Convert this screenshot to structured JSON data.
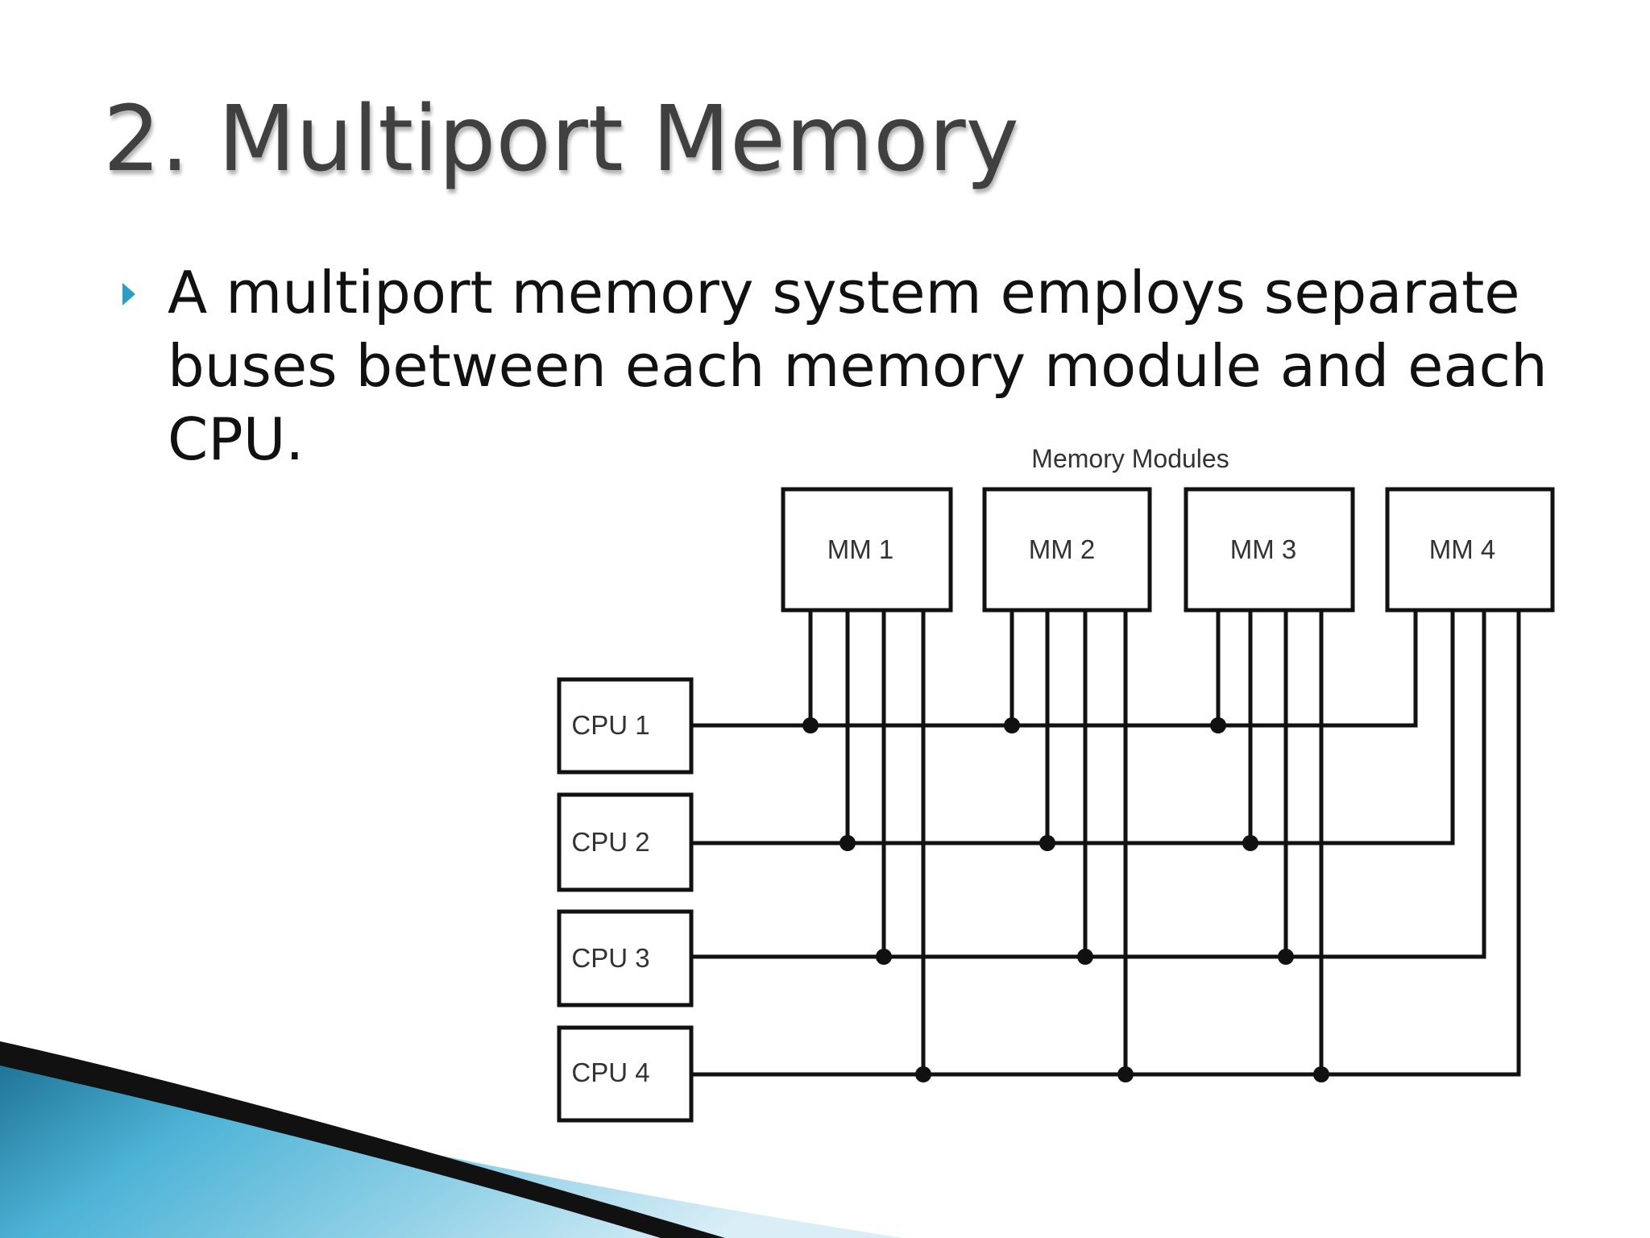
{
  "slide": {
    "title": "2. Multiport Memory",
    "bullets": [
      "A multiport memory system employs separate buses between each memory module and each CPU."
    ]
  },
  "diagram": {
    "caption": "Memory Modules",
    "memory_modules": [
      "MM 1",
      "MM 2",
      "MM 3",
      "MM 4"
    ],
    "cpus": [
      "CPU 1",
      "CPU 2",
      "CPU 3",
      "CPU 4"
    ]
  },
  "colors": {
    "title": "#404040",
    "bullet": "#2d9dc1",
    "diagram_line": "#111111",
    "swoosh_dark": "#111111",
    "swoosh_teal": "#2b8fb6"
  }
}
